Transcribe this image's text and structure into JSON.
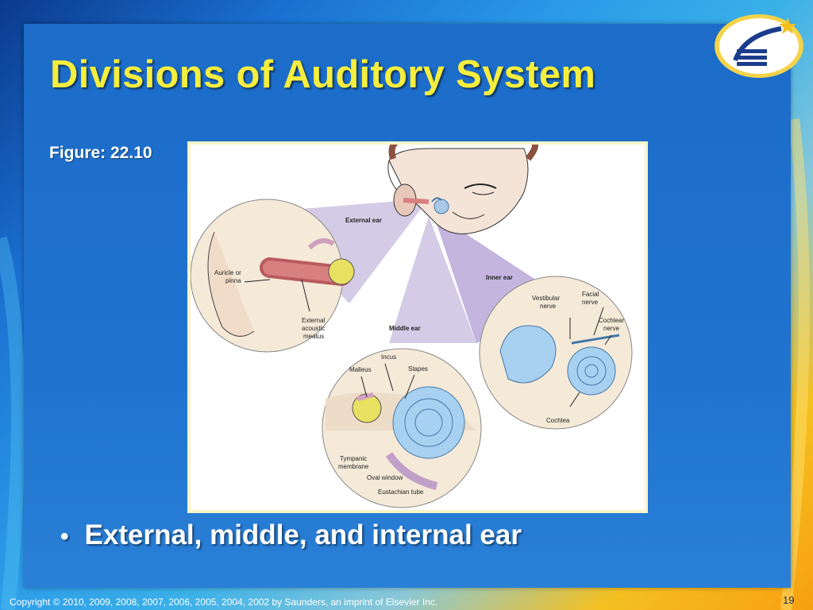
{
  "slide": {
    "title": "Divisions of Auditory System",
    "figure_caption": "Figure: 22.10",
    "bullets": [
      "External, middle, and internal ear"
    ],
    "page_number": "19",
    "footer": "Copyright © 2010, 2009, 2008, 2007, 2006, 2005, 2004, 2002 by Saunders, an imprint of Elsevier Inc."
  },
  "figure": {
    "labels": {
      "external_ear": "External ear",
      "auricle": "Auricle or",
      "pinna": "pinna",
      "external_acoustic_1": "External",
      "external_acoustic_2": "acoustic",
      "external_acoustic_3": "meatus",
      "middle_ear": "Middle ear",
      "incus": "Incus",
      "malleus": "Malleus",
      "stapes": "Stapes",
      "tympanic_1": "Tympanic",
      "tympanic_2": "membrane",
      "oval_window": "Oval window",
      "eustachian_tube": "Eustachian tube",
      "inner_ear": "Inner ear",
      "vestibular_1": "Vestibular",
      "vestibular_2": "nerve",
      "facial_1": "Facial",
      "facial_2": "nerve",
      "cochlear_1": "Cochlear",
      "cochlear_2": "nerve",
      "cochlea": "Cochlea"
    }
  },
  "colors": {
    "title": "#f5ee3e",
    "panel": "#1f73cf",
    "frame": "#f7f5c8"
  }
}
